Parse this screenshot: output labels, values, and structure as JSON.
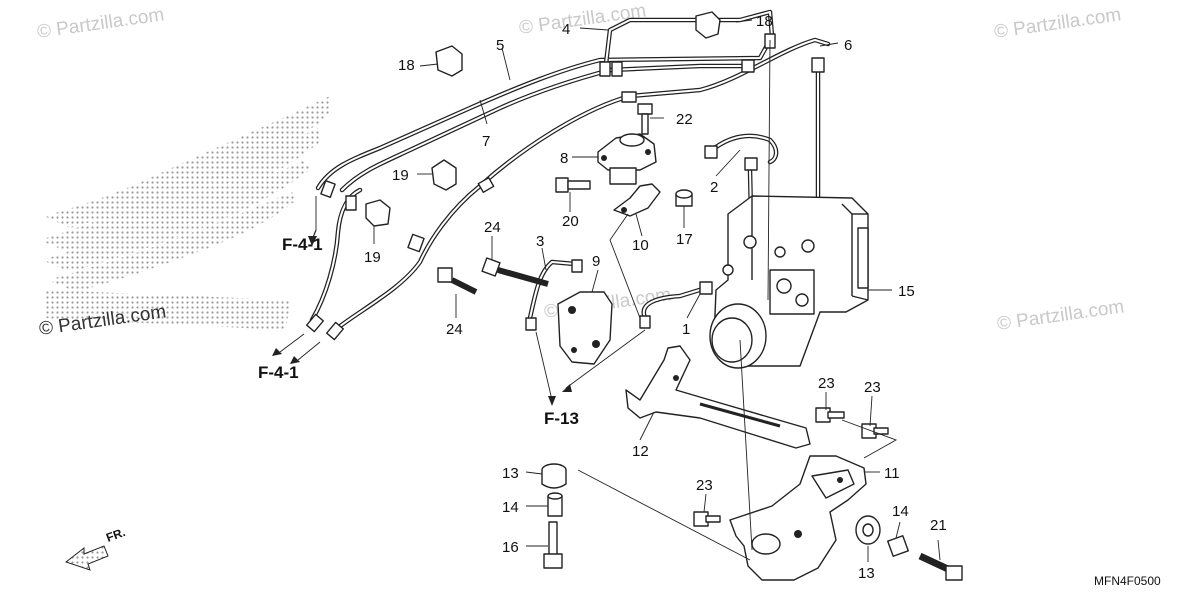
{
  "watermark": {
    "brand": "© Partzilla.com",
    "brand_short": "© Partzilla.com",
    "brand_mid": "© Partzilla.com"
  },
  "callouts": {
    "p1": "1",
    "p2": "2",
    "p3": "3",
    "p4": "4",
    "p5": "5",
    "p6": "6",
    "p7": "7",
    "p8": "8",
    "p9": "9",
    "p10": "10",
    "p11": "11",
    "p12": "12",
    "p13a": "13",
    "p13b": "13",
    "p14a": "14",
    "p14b": "14",
    "p15": "15",
    "p16": "16",
    "p17": "17",
    "p18a": "18",
    "p18b": "18",
    "p19a": "19",
    "p19b": "19",
    "p20": "20",
    "p21": "21",
    "p22": "22",
    "p23a": "23",
    "p23b": "23",
    "p23c": "23",
    "p24a": "24",
    "p24b": "24"
  },
  "references": {
    "ref_f41_upper": "F-4-1",
    "ref_f41_lower": "F-4-1",
    "ref_f13": "F-13"
  },
  "front_indicator": "FR.",
  "diagram_code": "MFN4F0500"
}
